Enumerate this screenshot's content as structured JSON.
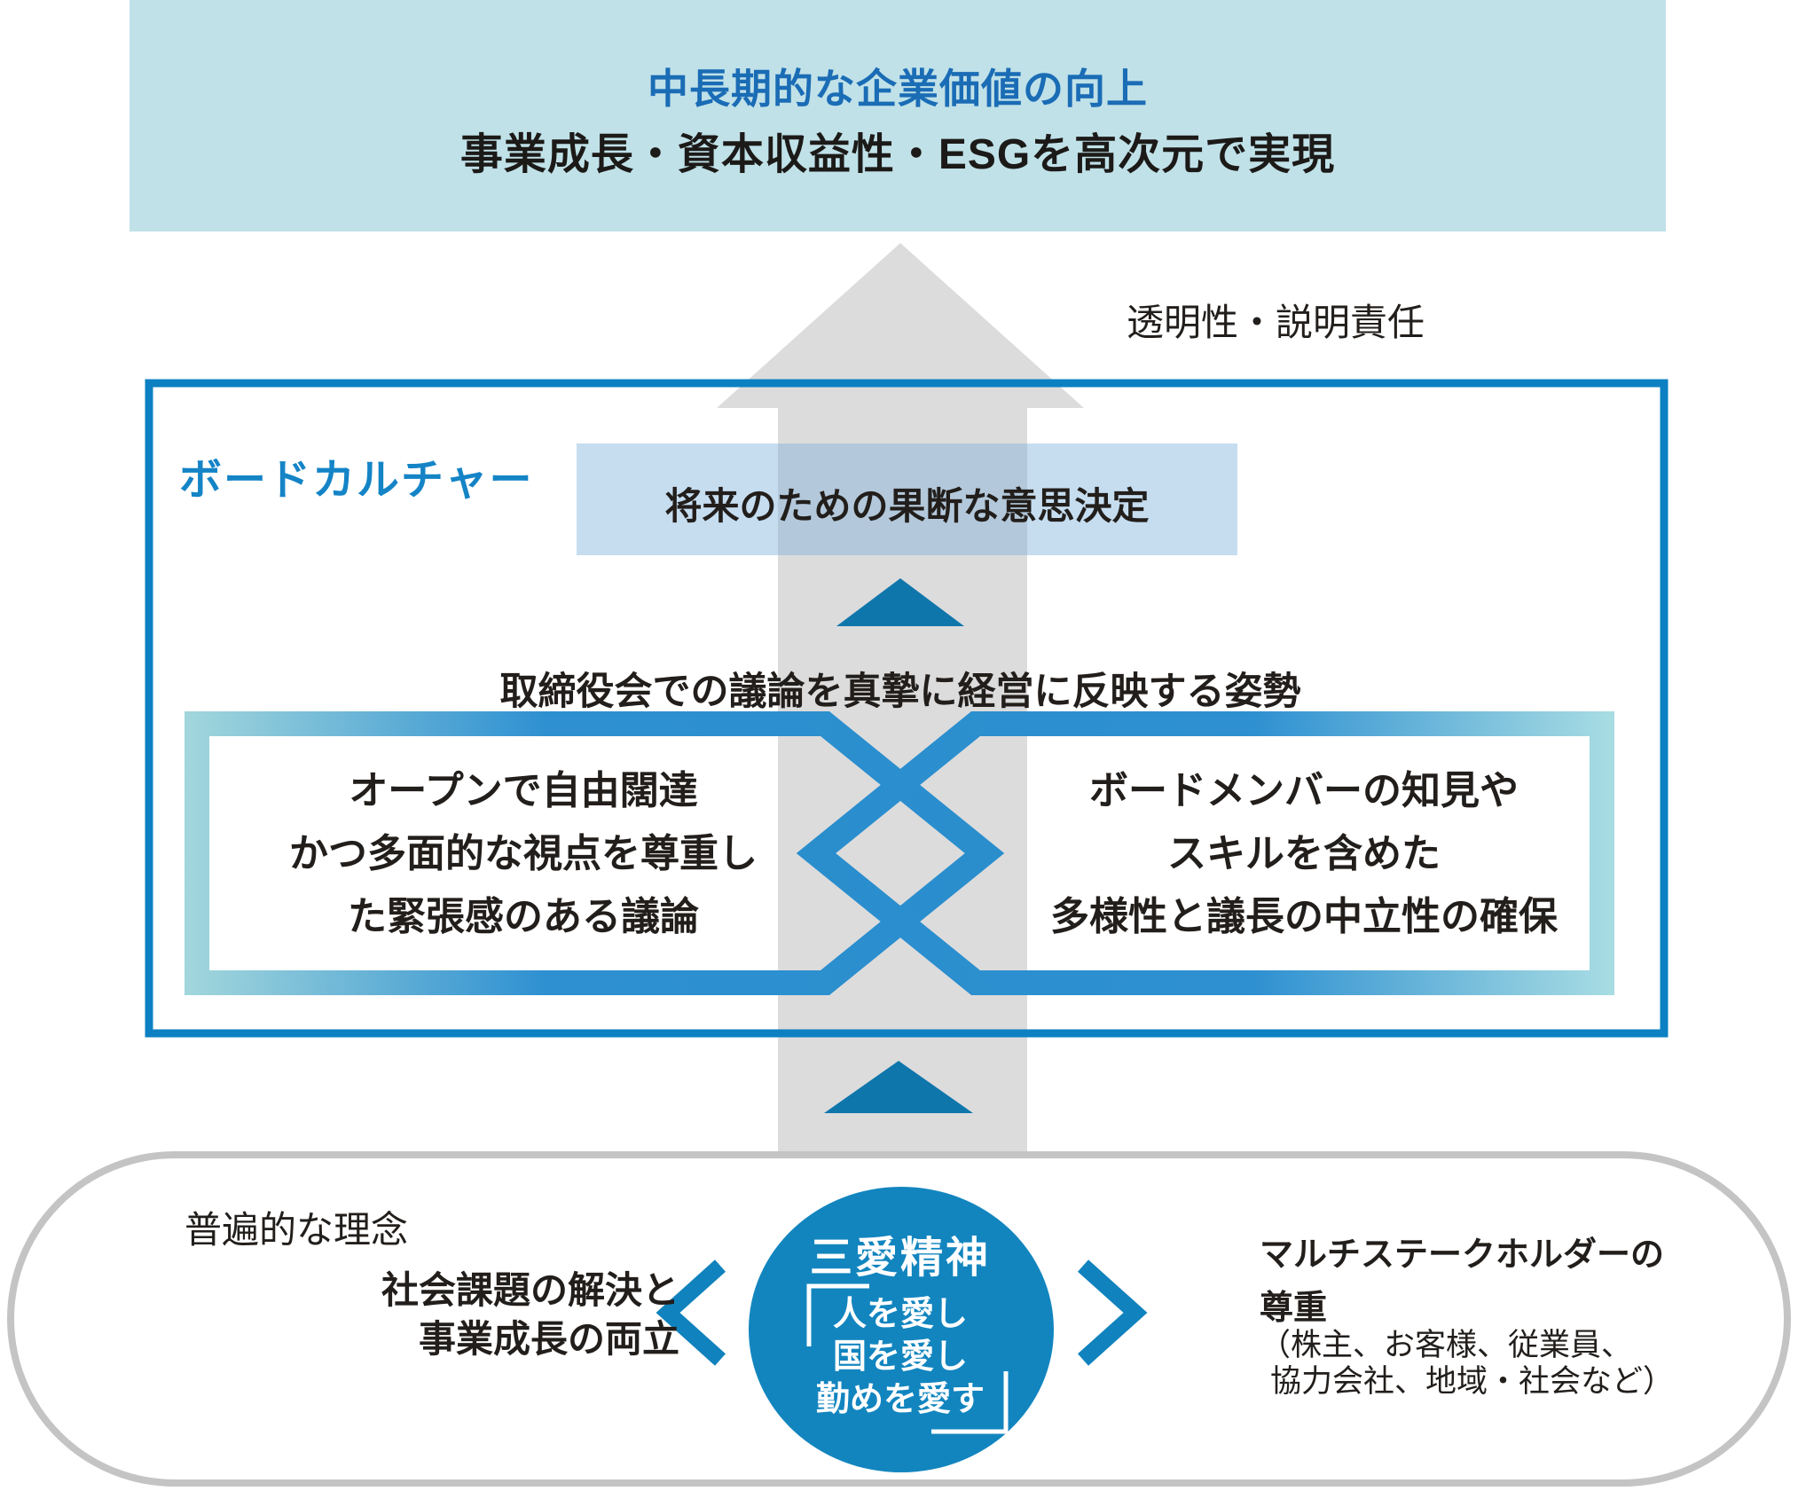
{
  "banner": {
    "title": "中長期的な企業価値の向上",
    "subtitle": "事業成長・資本収益性・ESGを高次元で実現"
  },
  "arrow_label": "透明性・説明責任",
  "board_culture": {
    "label": "ボードカルチャー",
    "decision_box": "将来のための果断な意思決定",
    "statement": "取締役会での議論を真摯に経営に反映する姿勢",
    "left_box": {
      "lines": [
        "オープンで自由闊達",
        "かつ多面的な視点を尊重し",
        "た緊張感のある議論"
      ]
    },
    "right_box": {
      "lines": [
        "ボードメンバーの知見や",
        "スキルを含めた",
        "多様性と議長の中立性の確保"
      ]
    }
  },
  "foundation": {
    "label": "普遍的な理念",
    "left": {
      "lines": [
        "社会課題の解決と",
        "事業成長の両立"
      ]
    },
    "circle": {
      "title": "三愛精神",
      "motto": [
        "人を愛し",
        "国を愛し",
        "勤めを愛す"
      ]
    },
    "right": {
      "title_lines": [
        "マルチステークホルダーの",
        "尊重"
      ],
      "note_lines": [
        "（株主、お客様、従業員、",
        "協力会社、地域・社会など）"
      ]
    }
  },
  "colors": {
    "banner_bg": "#c0e1e8",
    "banner_title": "#1a6cb5",
    "frame_border": "#0c80c2",
    "board_culture_label": "#1484c6",
    "arrow_gray": "#dcdcdd",
    "decision_box_bg": "#c6ddf0",
    "decision_overlap": "#b3c8da",
    "triangle_blue": "#0f76ab",
    "ribbon_blue": "#2a8ecd",
    "ribbon_pale": "#a3d7dc",
    "circle_blue": "#1285bf",
    "chevron_blue": "#1082bd",
    "foundation_border": "#c4c4c4",
    "text_dark": "#221e1b"
  }
}
